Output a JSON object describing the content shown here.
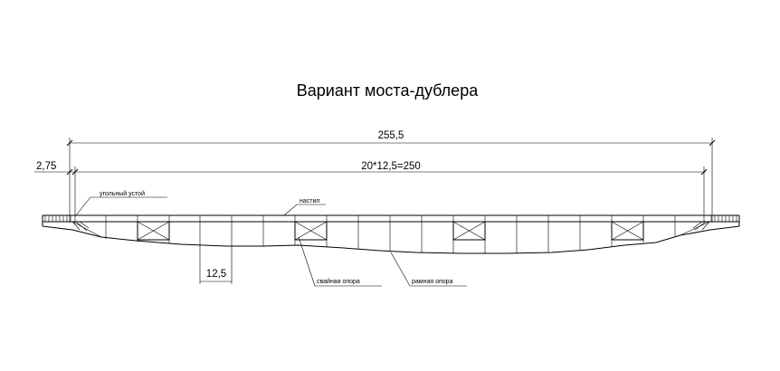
{
  "title": "Вариант моста-дублера",
  "dimensions": {
    "total_length": "255,5",
    "spans": "20*12,5=250",
    "offset": "2,75",
    "span_width": "12,5"
  },
  "labels": {
    "abutment": "угольный устой",
    "deck": "настил",
    "pile_pier": "свайная опора",
    "frame_pier": "рамная опора"
  }
}
